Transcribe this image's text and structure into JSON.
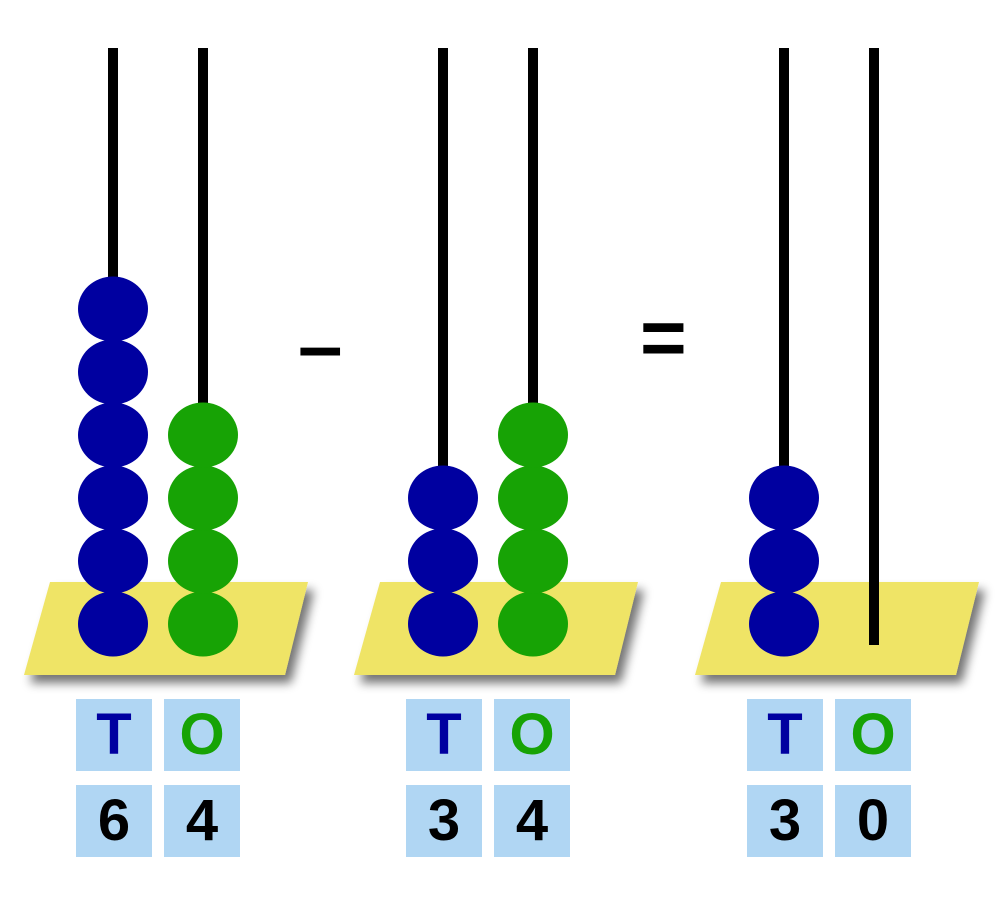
{
  "colors": {
    "tens_bead": "#0000a0",
    "ones_bead": "#17a305",
    "base": "#efe466",
    "label_bg": "#b0d6f3",
    "rod": "#000000"
  },
  "operators": {
    "minus": "–",
    "equals": "="
  },
  "abaci": [
    {
      "tens": 6,
      "ones": 4,
      "tens_label": "T",
      "ones_label": "O",
      "tens_digit": "6",
      "ones_digit": "4"
    },
    {
      "tens": 3,
      "ones": 4,
      "tens_label": "T",
      "ones_label": "O",
      "tens_digit": "3",
      "ones_digit": "4"
    },
    {
      "tens": 3,
      "ones": 0,
      "tens_label": "T",
      "ones_label": "O",
      "tens_digit": "3",
      "ones_digit": "0"
    }
  ]
}
